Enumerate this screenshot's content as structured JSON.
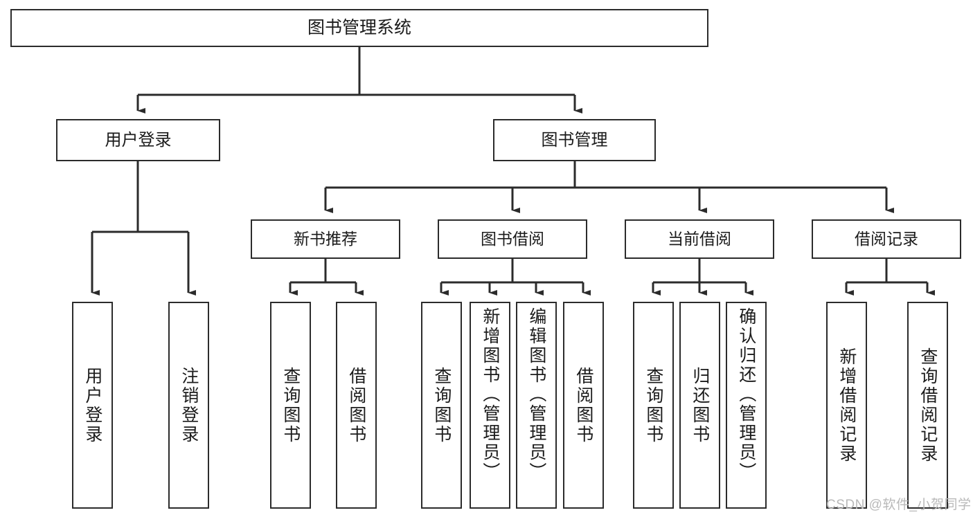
{
  "diagram": {
    "title": "图书管理系统",
    "type": "tree",
    "root": {
      "label": "图书管理系统",
      "children": [
        {
          "label": "用户登录",
          "children": [
            {
              "label": "用户登录"
            },
            {
              "label": "注销登录"
            }
          ]
        },
        {
          "label": "图书管理",
          "children": [
            {
              "label": "新书推荐",
              "children": [
                {
                  "label": "查询图书"
                },
                {
                  "label": "借阅图书"
                }
              ]
            },
            {
              "label": "图书借阅",
              "children": [
                {
                  "label": "查询图书"
                },
                {
                  "label": "新增图书（管理员）"
                },
                {
                  "label": "编辑图书（管理员）"
                },
                {
                  "label": "借阅图书"
                }
              ]
            },
            {
              "label": "当前借阅",
              "children": [
                {
                  "label": "查询图书"
                },
                {
                  "label": "归还图书"
                },
                {
                  "label": "确认归还（管理员）"
                }
              ]
            },
            {
              "label": "借阅记录",
              "children": [
                {
                  "label": "新增借阅记录"
                },
                {
                  "label": "查询借阅记录"
                }
              ]
            }
          ]
        }
      ]
    }
  },
  "nodes": {
    "root": "图书管理系统",
    "user_login": "用户登录",
    "book_manage": "图书管理",
    "new_book_rec": "新书推荐",
    "book_borrow": "图书借阅",
    "current_borrow": "当前借阅",
    "borrow_record": "借阅记录",
    "leaf_user_login": "用户登录",
    "leaf_logout": "注销登录",
    "leaf_rec_query": "查询图书",
    "leaf_rec_borrow": "借阅图书",
    "leaf_bb_query": "查询图书",
    "leaf_bb_add": "新增图书（管理员）",
    "leaf_bb_edit": "编辑图书（管理员）",
    "leaf_bb_borrow": "借阅图书",
    "leaf_cb_query": "查询图书",
    "leaf_cb_return": "归还图书",
    "leaf_cb_confirm": "确认归还（管理员）",
    "leaf_br_add": "新增借阅记录",
    "leaf_br_query": "查询借阅记录"
  },
  "watermark": {
    "text": "CSDN @软件_小贺同学"
  },
  "colors": {
    "stroke": "#2b2b2b",
    "fill": "#ffffff",
    "text": "#1b1b1b",
    "watermark": "#b9b9b9"
  }
}
